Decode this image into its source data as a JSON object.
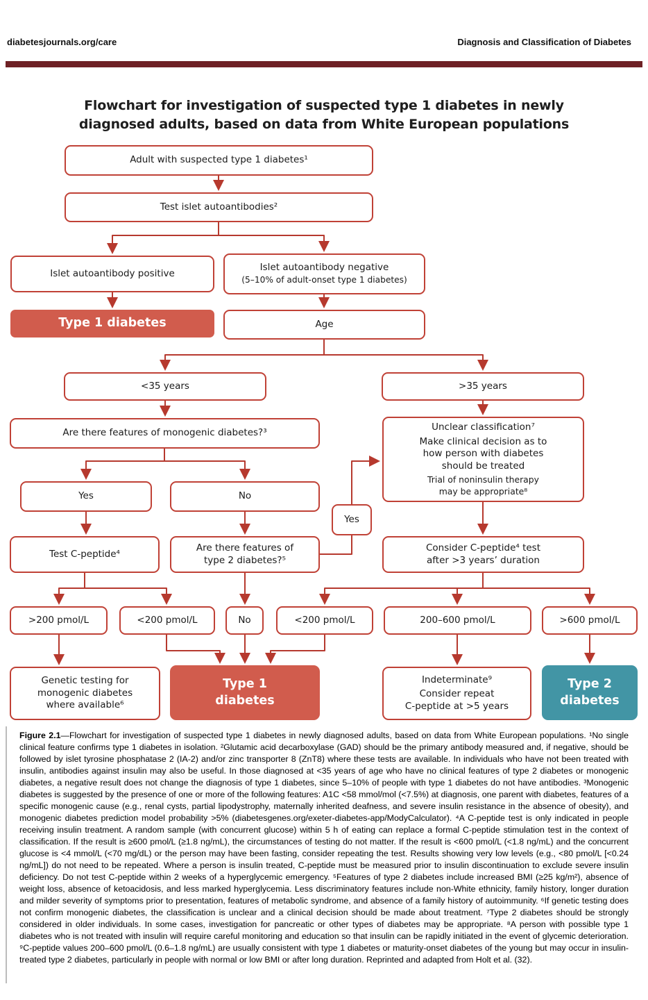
{
  "header": {
    "left": "diabetesjournals.org/care",
    "right": "Diagnosis and Classification of Diabetes"
  },
  "figure": {
    "title_line1": "Flowchart for investigation of suspected type 1 diabetes in newly",
    "title_line2": "diagnosed adults, based on data from White European populations",
    "nodes": {
      "adult": {
        "label": "Adult with suspected type 1 diabetes¹"
      },
      "test_autoantibodies": {
        "label": "Test islet autoantibodies²"
      },
      "ab_positive": {
        "label": "Islet autoantibody positive"
      },
      "ab_negative": {
        "label": "Islet autoantibody negative",
        "sublabel": "(5–10% of adult-onset type 1 diabetes)"
      },
      "type1_top": {
        "label": "Type 1 diabetes"
      },
      "age": {
        "label": "Age"
      },
      "under35": {
        "label": "<35 years"
      },
      "over35": {
        "label": ">35 years"
      },
      "monogenic_q": {
        "label": "Are there features of monogenic diabetes?³"
      },
      "unclear": {
        "label": "Unclear classification⁷",
        "body": "Make clinical decision as to\nhow person with diabetes\nshould be treated",
        "note": "Trial of noninsulin therapy\nmay be appropriate⁸"
      },
      "yes_monogenic": {
        "label": "Yes"
      },
      "no_monogenic": {
        "label": "No"
      },
      "test_cpeptide": {
        "label": "Test C-peptide⁴"
      },
      "type2_features_q": {
        "label": "Are there features of\ntype 2 diabetes?⁵"
      },
      "yes_type2": {
        "label": "Yes"
      },
      "consider_cpeptide": {
        "label": "Consider C-peptide⁴ test\nafter >3 years’ duration"
      },
      "gt200": {
        "label": ">200 pmol/L"
      },
      "lt200_left": {
        "label": "<200 pmol/L"
      },
      "no_type2": {
        "label": "No"
      },
      "lt200_right": {
        "label": "<200 pmol/L"
      },
      "mid_range": {
        "label": "200–600 pmol/L"
      },
      "gt600": {
        "label": ">600 pmol/L"
      },
      "genetic_testing": {
        "label": "Genetic testing for\nmonogenic diabetes\nwhere available⁶"
      },
      "type1_bottom": {
        "label": "Type 1\ndiabetes"
      },
      "indeterminate": {
        "label": "Indeterminate⁹",
        "body": "Consider repeat\nC-peptide at >5 years"
      },
      "type2_bottom": {
        "label": "Type 2\ndiabetes"
      }
    }
  },
  "caption": {
    "label": "Figure 2.1",
    "text": "—Flowchart for investigation of suspected type 1 diabetes in newly diagnosed adults, based on data from White European populations. ¹No single clinical feature confirms type 1 diabetes in isolation. ²Glutamic acid decarboxylase (GAD) should be the primary antibody measured and, if negative, should be followed by islet tyrosine phosphatase 2 (IA-2) and/or zinc transporter 8 (ZnT8) where these tests are available. In individuals who have not been treated with insulin, antibodies against insulin may also be useful. In those diagnosed at <35 years of age who have no clinical features of type 2 diabetes or monogenic diabetes, a negative result does not change the diagnosis of type 1 diabetes, since 5–10% of people with type 1 diabetes do not have antibodies. ³Monogenic diabetes is suggested by the presence of one or more of the following features: A1C <58 mmol/mol (<7.5%) at diagnosis, one parent with diabetes, features of a specific monogenic cause (e.g., renal cysts, partial lipodystrophy, maternally inherited deafness, and severe insulin resistance in the absence of obesity), and monogenic diabetes prediction model probability >5% (diabetesgenes.org/exeter-diabetes-app/ModyCalculator). ⁴A C-peptide test is only indicated in people receiving insulin treatment. A random sample (with concurrent glucose) within 5 h of eating can replace a formal C-peptide stimulation test in the context of classification. If the result is ≥600 pmol/L (≥1.8 ng/mL), the circumstances of testing do not matter. If the result is <600 pmol/L (<1.8 ng/mL) and the concurrent glucose is <4 mmol/L (<70 mg/dL) or the person may have been fasting, consider repeating the test. Results showing very low levels (e.g., <80 pmol/L [<0.24 ng/mL]) do not need to be repeated. Where a person is insulin treated, C-peptide must be measured prior to insulin discontinuation to exclude severe insulin deficiency. Do not test C-peptide within 2 weeks of a hyperglycemic emergency. ⁵Features of type 2 diabetes include increased BMI (≥25 kg/m²), absence of weight loss, absence of ketoacidosis, and less marked hyperglycemia. Less discriminatory features include non-White ethnicity, family history, longer duration and milder severity of symptoms prior to presentation, features of metabolic syndrome, and absence of a family history of autoimmunity. ⁶If genetic testing does not confirm monogenic diabetes, the classification is unclear and a clinical decision should be made about treatment. ⁷Type 2 diabetes should be strongly considered in older individuals. In some cases, investigation for pancreatic or other types of diabetes may be appropriate. ⁸A person with possible type 1 diabetes who is not treated with insulin will require careful monitoring and education so that insulin can be rapidly initiated in the event of glycemic deterioration. ⁹C-peptide values 200–600 pmol/L (0.6–1.8 ng/mL) are usually consistent with type 1 diabetes or maturity-onset diabetes of the young but may occur in insulin-treated type 2 diabetes, particularly in people with normal or low BMI or after long duration. Reprinted and adapted from Holt et al. (32)."
  },
  "colors": {
    "accent_red_border": "#c04136",
    "arrow_red": "#b6392e",
    "fill_red": "#d15c4d",
    "fill_teal": "#4295a5",
    "header_bar_maroon": "#6e2125"
  }
}
